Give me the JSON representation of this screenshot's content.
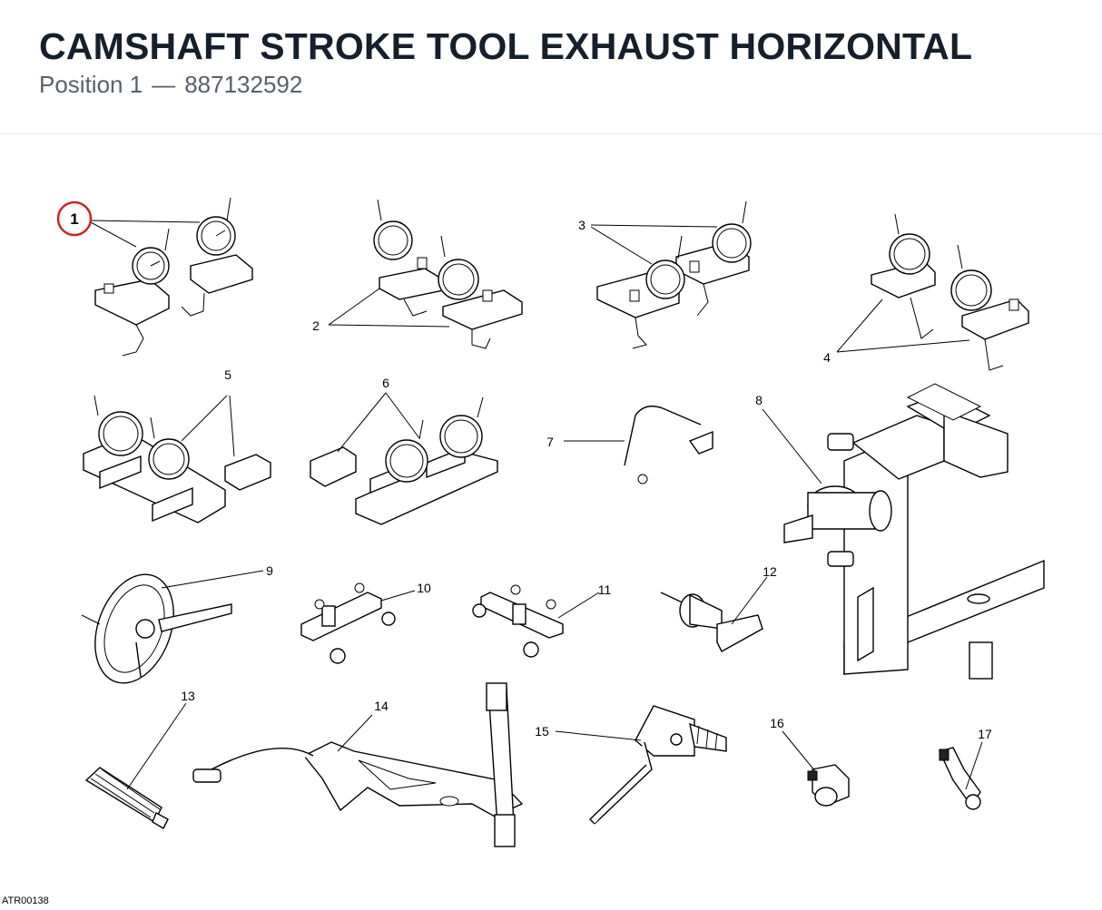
{
  "header": {
    "title": "CAMSHAFT STROKE TOOL EXHAUST HORIZONTAL",
    "position_label": "Position 1",
    "separator": "—",
    "part_number": "887132592"
  },
  "diagram": {
    "selected_callout": "1",
    "selected_color": "#d0202a",
    "callouts": [
      "1",
      "2",
      "3",
      "4",
      "5",
      "6",
      "7",
      "8",
      "9",
      "10",
      "11",
      "12",
      "13",
      "14",
      "15",
      "16",
      "17"
    ],
    "drawing_code": "ATR00138"
  }
}
